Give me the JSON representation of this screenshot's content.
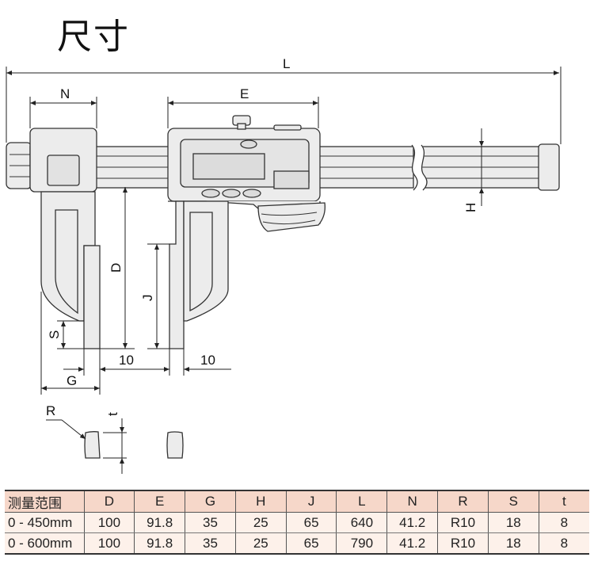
{
  "title": "尺寸",
  "dimensions": {
    "L": "L",
    "N": "N",
    "E": "E",
    "H": "H",
    "D": "D",
    "J": "J",
    "S": "S",
    "G": "G",
    "ten_left": "10",
    "ten_right": "10",
    "R": "R",
    "t": "t"
  },
  "table": {
    "headers": [
      "测量范围",
      "D",
      "E",
      "G",
      "H",
      "J",
      "L",
      "N",
      "R",
      "S",
      "t"
    ],
    "rows": [
      [
        "0 - 450mm",
        "100",
        "91.8",
        "35",
        "25",
        "65",
        "640",
        "41.2",
        "R10",
        "18",
        "8"
      ],
      [
        "0 - 600mm",
        "100",
        "91.8",
        "35",
        "25",
        "65",
        "790",
        "41.2",
        "R10",
        "18",
        "8"
      ]
    ]
  },
  "colors": {
    "body_fill": "#ececec",
    "outline": "#333333",
    "table_header": "#f6d7c9",
    "table_row": "#fdf1ea"
  }
}
